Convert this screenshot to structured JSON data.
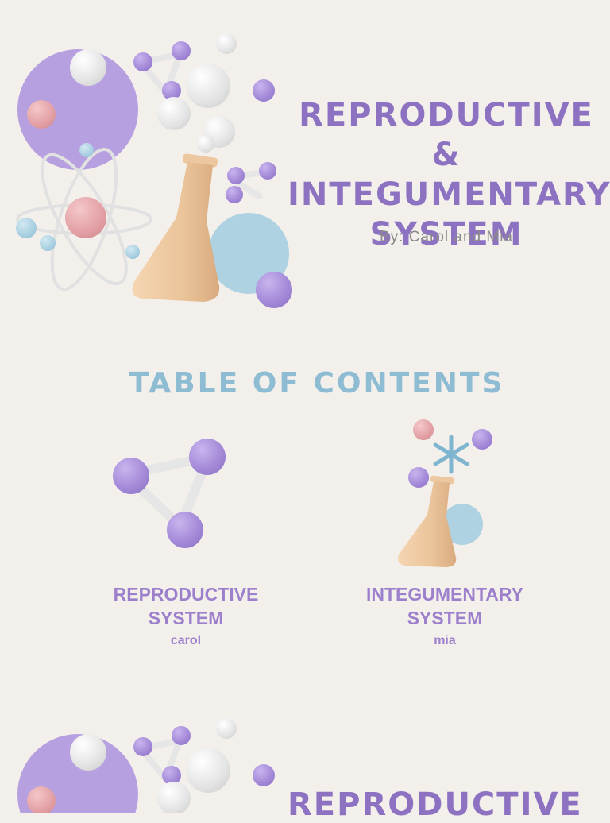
{
  "cover": {
    "title": "Reproductive & Integumentary System",
    "byline": "By: Carol and Mia"
  },
  "toc": {
    "heading": "TABLE OF CONTENTS",
    "items": [
      {
        "title": "Reproductive System",
        "author": "carol"
      },
      {
        "title": "Integumentary System",
        "author": "mia"
      }
    ]
  },
  "repeat_title": "Reproductive",
  "colors": {
    "background": "#f3f0ec",
    "title": "#8e72c2",
    "toc_heading": "#8dbcd3",
    "byline": "#8a8a8a"
  },
  "icons": [
    "molecule-icon",
    "atom-icon",
    "flask-icon",
    "snowflake-icon"
  ]
}
